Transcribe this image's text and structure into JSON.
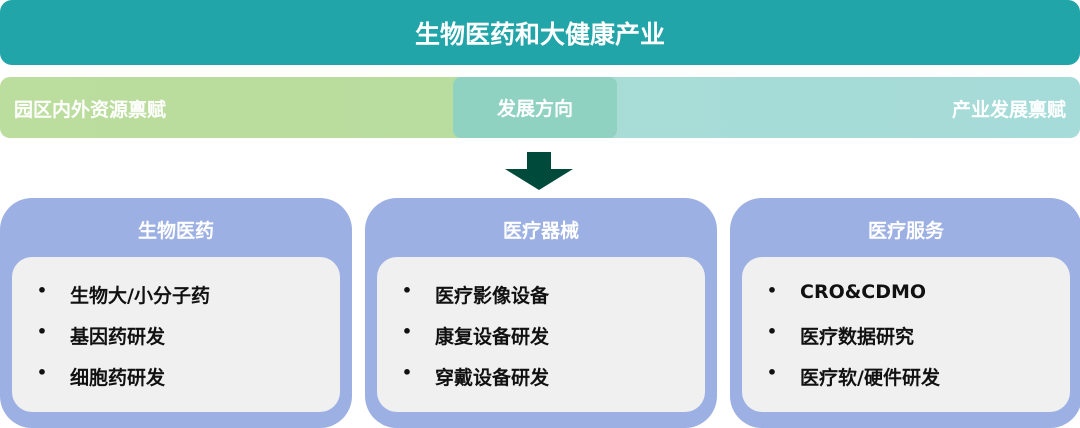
{
  "title": "生物医药和大健康产业",
  "bar": {
    "left": "园区内外资源禀赋",
    "center": "发展方向",
    "right": "产业发展禀赋"
  },
  "colors": {
    "banner": "#22a5a8",
    "card": "#9db0e3",
    "arrow": "#004a3c"
  },
  "cards": [
    {
      "title": "生物医药",
      "items": [
        "生物大/小分子药",
        "基因药研发",
        "细胞药研发"
      ]
    },
    {
      "title": "医疗器械",
      "items": [
        "医疗影像设备",
        "康复设备研发",
        "穿戴设备研发"
      ]
    },
    {
      "title": "医疗服务",
      "items": [
        "CRO&CDMO",
        "医疗数据研究",
        "医疗软/硬件研发"
      ]
    }
  ]
}
